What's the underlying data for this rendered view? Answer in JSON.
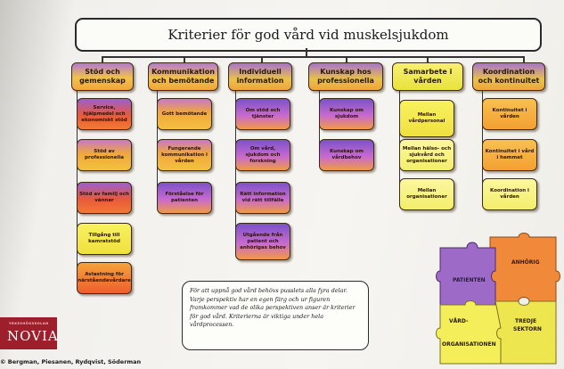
{
  "title": "Kriterier för god vård vid muskelsjukdom",
  "columns": [
    {
      "header": "Stöd och gemenskap",
      "items": [
        "Service, hjälpmedel och ekonomiskt stöd",
        "Stöd av professionella",
        "Stöd av familj och vänner",
        "Tillgång till kamratstöd",
        "Avlastning för närståendevårdare"
      ]
    },
    {
      "header": "Kommunikation och bemötande",
      "items": [
        "Gott bemötande",
        "Fungerande kommunikation i vården",
        "Förståelse för patienten"
      ]
    },
    {
      "header": "Individuell information",
      "items": [
        "Om stöd och tjänster",
        "Om vård, sjukdom och forskning",
        "Rätt information vid rätt tillfälle",
        "Utgående från patient och anhörigas behov"
      ]
    },
    {
      "header": "Kunskap hos professionella",
      "items": [
        "Kunskap om sjukdom",
        "Kunskap om vårdbehov"
      ]
    },
    {
      "header": "Samarbete i vården",
      "items": [
        "Mellan vårdpersonal",
        "Mellan hälso- och sjukvård och organisationer",
        "Mellan organisationer"
      ]
    },
    {
      "header": "Koordination och kontinuitet",
      "items": [
        "Kontinuitet i vården",
        "Kontinuitet i vård i hemmet",
        "Koordination i vården"
      ]
    }
  ],
  "note": "För att uppnå god vård behövs pusslets alla fyra delar. Varje perspektiv har en egen färg och ur figuren framkommer vad de olika perspektiven anser är kriterier för god vård. Kriterierna är viktiga under hela vårdprocessen.",
  "puzzle": {
    "pieces": [
      "PATIENTEN",
      "ANHÖRIG",
      "VÅRD-ORGANISATIONEN",
      "TREDJE SEKTORN"
    ],
    "colors": {
      "patienten": "#9e6ac8",
      "anhorig": "#f08a3a",
      "vard": "#f3ee5a",
      "tredje": "#f3ee5a"
    }
  },
  "logo": {
    "small": "YRKESHÖGSKOLAN",
    "name": "NOVIA"
  },
  "credit": "© Bergman, Piesanen, Rydqvist, Söderman"
}
